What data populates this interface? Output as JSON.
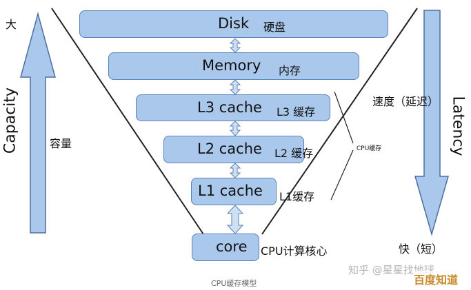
{
  "levels": [
    {
      "id": "disk",
      "en": "Disk",
      "cn": "硬盘"
    },
    {
      "id": "memory",
      "en": "Memory",
      "cn": "内存"
    },
    {
      "id": "l3",
      "en": "L3 cache",
      "cn": "L3 缓存"
    },
    {
      "id": "l2",
      "en": "L2 cache",
      "cn": "L2 缓存"
    },
    {
      "id": "l1",
      "en": "L1 cache",
      "cn": "L1缓存"
    },
    {
      "id": "core",
      "en": "core",
      "cn": "CPU计算核心"
    }
  ],
  "left_axis": {
    "label": "Capacity",
    "top_label": "大",
    "cn_label": "容量"
  },
  "right_axis": {
    "label": "Latency",
    "top_label": "速度（延迟）",
    "bottom_label": "快（短）"
  },
  "cpu_cache_label": "CPU缓存",
  "caption": "CPU缓存模型",
  "watermark": {
    "zhihu": "知乎 @星星找地球",
    "baidu": "百度知道"
  },
  "colors": {
    "box_fill": "#a9c8ec",
    "box_border": "#5a82b4",
    "arrow_fill": "#a9c8ec",
    "line": "#222222"
  }
}
